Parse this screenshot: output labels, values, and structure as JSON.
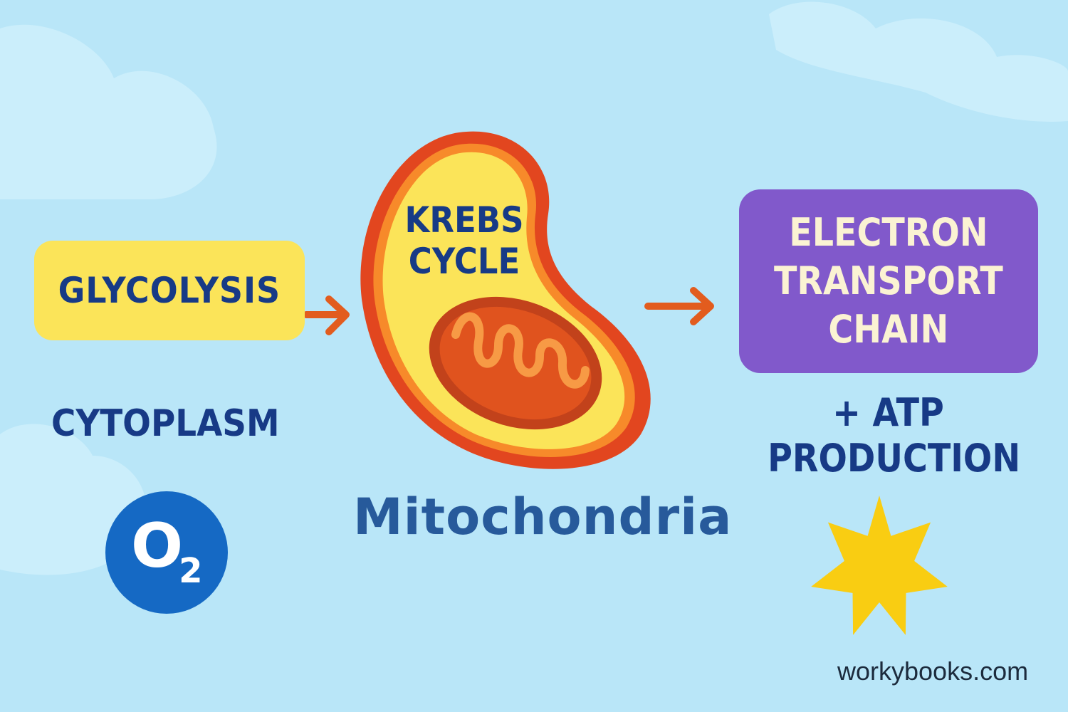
{
  "diagram": {
    "glycolysis": "GLYCOLYSIS",
    "cytoplasm": "CYTOPLASM",
    "oxygen": {
      "symbol": "O",
      "subscript": "2"
    },
    "krebs": "KREBS\nCYCLE",
    "mitochondria": "Mitochondria",
    "etc": "ELECTRON\nTRANSPORT\nCHAIN",
    "atp": "+ ATP\nPRODUCTION"
  },
  "footer": {
    "website": "workybooks.com"
  },
  "icons": {
    "arrow": "right-arrow-icon",
    "sun": "sun-burst-icon",
    "mitochondrion": "mitochondrion-icon",
    "clouds": "cloud-shapes"
  },
  "colors": {
    "background": "#b9e6f8",
    "glycolysis_box": "#fbe459",
    "etc_box": "#8159cb",
    "text_dark_blue": "#173a86",
    "arrow_orange": "#e25c1e",
    "cell_outline": "#e2461f",
    "cell_fill": "#fbe459",
    "mito_fill": "#e0531e",
    "oxygen_circle": "#1569c4",
    "sun": "#f9cd12"
  }
}
